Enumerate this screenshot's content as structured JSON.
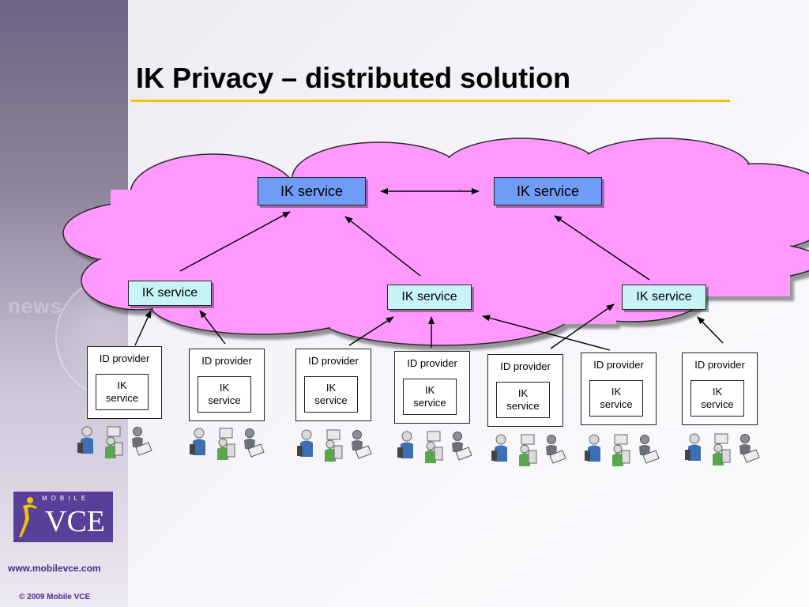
{
  "slide": {
    "title": "IK Privacy – distributed solution"
  },
  "cloud": {
    "top_services": [
      {
        "label": "IK service"
      },
      {
        "label": "IK service"
      }
    ],
    "mid_services": [
      {
        "label": "IK service"
      },
      {
        "label": "IK service"
      },
      {
        "label": "IK service"
      }
    ]
  },
  "providers": [
    {
      "label": "ID provider",
      "inner": "IK\nservice"
    },
    {
      "label": "ID provider",
      "inner": "IK\nservice"
    },
    {
      "label": "ID provider",
      "inner": "IK\nservice"
    },
    {
      "label": "ID provider",
      "inner": "IK\nservice"
    },
    {
      "label": "ID provider",
      "inner": "IK\nservice"
    },
    {
      "label": "ID provider",
      "inner": "IK\nservice"
    },
    {
      "label": "ID provider",
      "inner": "IK\nservice"
    }
  ],
  "footer": {
    "logo_word": "MOBILE",
    "logo_name": "VCE",
    "url": "www.mobilevce.com",
    "copyright": "© 2009 Mobile VCE"
  },
  "colors": {
    "cloud_fill": "#ff99ff",
    "top_service_fill": "#6f9cf6",
    "mid_service_fill": "#c9f4f6",
    "title_rule": "#f2c400",
    "brand_purple": "#5a3f9a"
  }
}
